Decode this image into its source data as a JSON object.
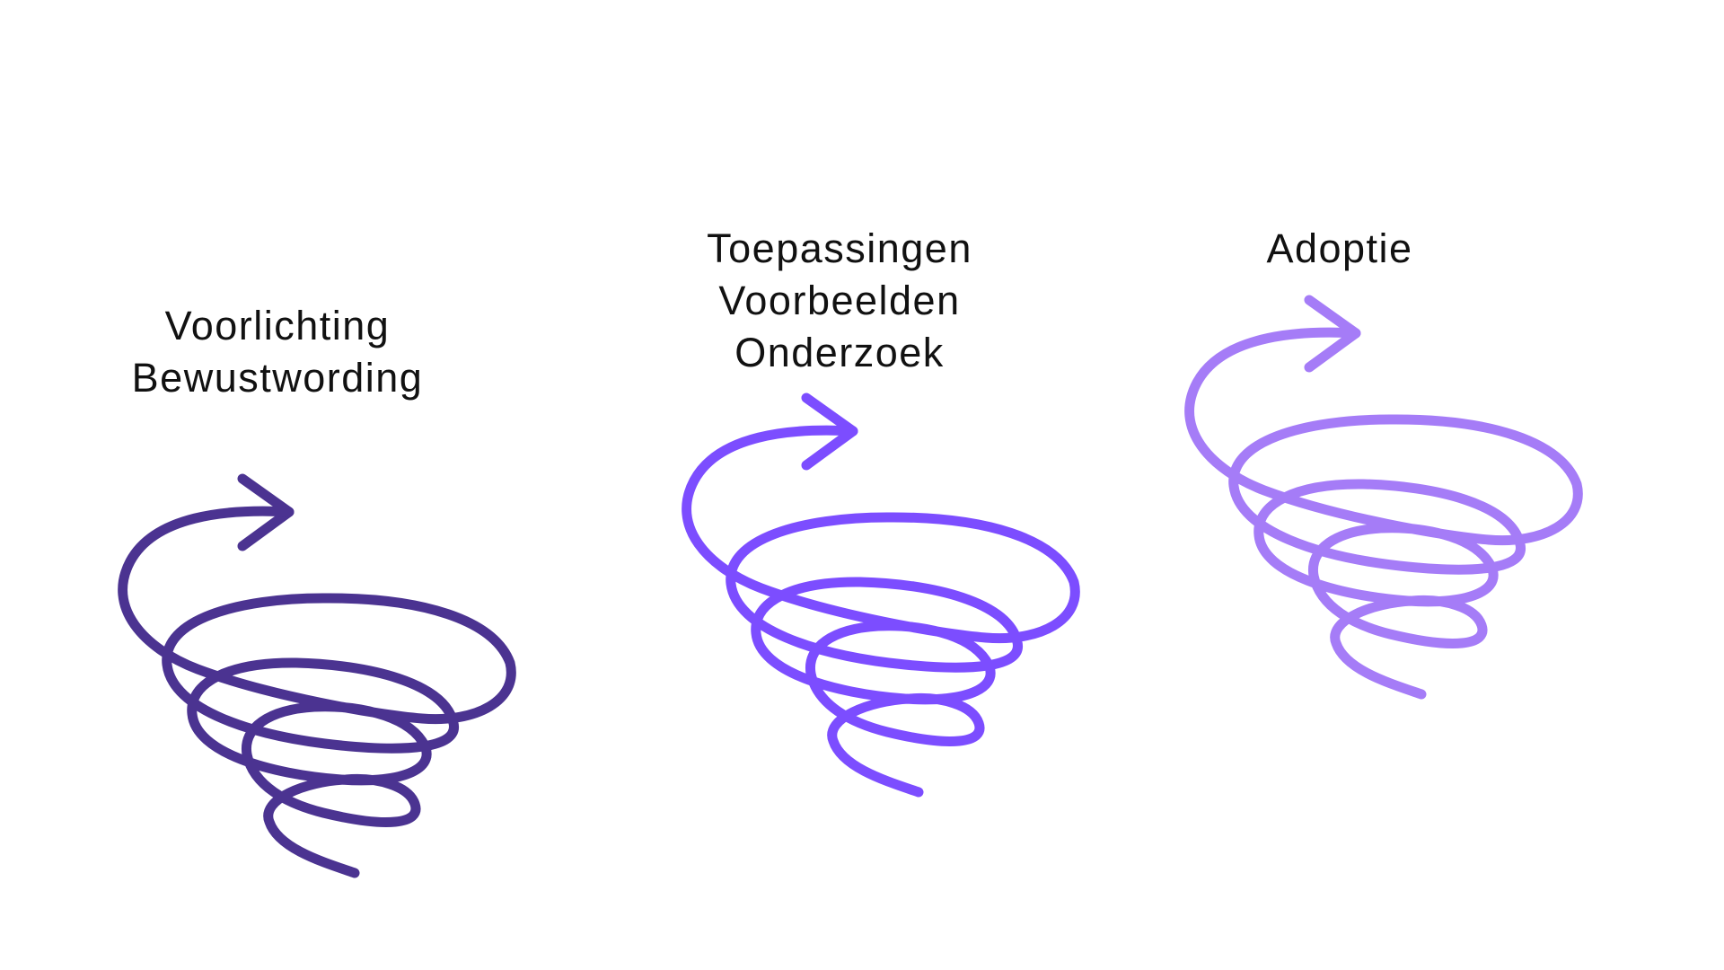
{
  "stages": [
    {
      "id": "stage-1",
      "lines": [
        "Voorlichting",
        "Bewustwording"
      ],
      "icon": "spiral-arrow-icon",
      "color": "#4B3391"
    },
    {
      "id": "stage-2",
      "lines": [
        "Toepassingen",
        "Voorbeelden",
        "Onderzoek"
      ],
      "icon": "spiral-arrow-icon",
      "color": "#7C4DFF"
    },
    {
      "id": "stage-3",
      "lines": [
        "Adoptie"
      ],
      "icon": "spiral-arrow-icon",
      "color": "#A57CF7"
    }
  ]
}
